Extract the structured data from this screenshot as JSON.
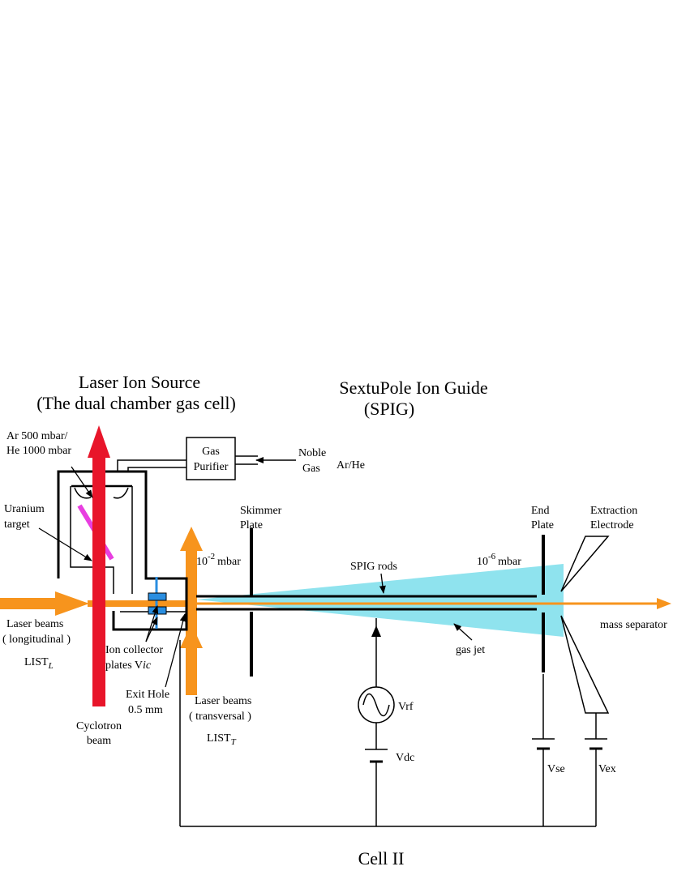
{
  "titles": {
    "left_line1": "Laser Ion Source",
    "left_line2": "(The dual chamber gas cell)",
    "right_line1": "SextuPole Ion Guide",
    "right_line2": "(SPIG)",
    "bottom": "Cell II"
  },
  "labels": {
    "ar_line1": "Ar 500 mbar/",
    "ar_line2": "He 1000 mbar",
    "gas_purifier_line1": "Gas",
    "gas_purifier_line2": "Purifier",
    "noble_line1": "Noble",
    "noble_line2": "Gas",
    "ar_he": "Ar/He",
    "uranium_line1": "Uranium",
    "uranium_line2": "target",
    "pressure_high_base": "10",
    "pressure_high_exp": "-2",
    "pressure_high_unit": "mbar",
    "skimmer_line1": "Skimmer",
    "skimmer_line2": "Plate",
    "spig_rods": "SPIG rods",
    "pressure_low_base": "10",
    "pressure_low_exp": "-6",
    "pressure_low_unit": "mbar",
    "end_line1": "End",
    "end_line2": "Plate",
    "extraction_line1": "Extraction",
    "extraction_line2": "Electrode",
    "laser_long_line1": "Laser beams",
    "laser_long_line2": "( longitudinal )",
    "list_l": "LIST",
    "list_l_sub": "L",
    "ion_coll_line1": "Ion collector",
    "ion_coll_line2": "plates V",
    "ion_coll_sub": "ic",
    "exit_line1": "Exit Hole",
    "exit_line2": "0.5 mm",
    "cyclotron_line1": "Cyclotron",
    "cyclotron_line2": "beam",
    "laser_trans_line1": "Laser beams",
    "laser_trans_line2": "( transversal )",
    "list_t": "LIST",
    "list_t_sub": "T",
    "mass_separator": "mass separator",
    "gas_jet": "gas jet",
    "vrf": "Vrf",
    "vdc": "Vdc",
    "vse": "Vse",
    "vex": "Vex"
  },
  "icons": {
    "ac_source": "sine-wave-icon",
    "dc_source": "battery-icon"
  },
  "colors": {
    "cyclotron_beam": "#e8152a",
    "laser_beam": "#f7941d",
    "gas_jet": "#8fe3ee",
    "uranium_target": "#e83ee0",
    "ion_collector": "#2a8ee0",
    "line": "#000000"
  }
}
